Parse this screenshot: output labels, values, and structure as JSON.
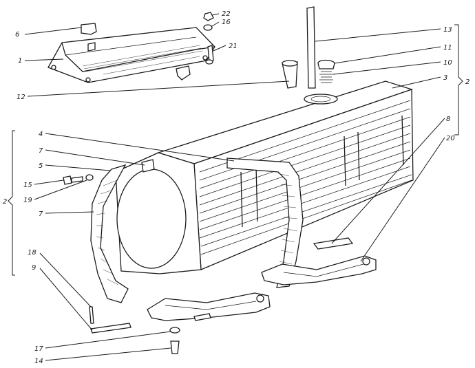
{
  "callouts": [
    {
      "id": "c6",
      "text": "6"
    },
    {
      "id": "c1",
      "text": "1"
    },
    {
      "id": "c22",
      "text": "22"
    },
    {
      "id": "c16",
      "text": "16"
    },
    {
      "id": "c21",
      "text": "21"
    },
    {
      "id": "c13",
      "text": "13"
    },
    {
      "id": "c11",
      "text": "11"
    },
    {
      "id": "c10",
      "text": "10"
    },
    {
      "id": "c3",
      "text": "3"
    },
    {
      "id": "c12",
      "text": "12"
    },
    {
      "id": "c8",
      "text": "8"
    },
    {
      "id": "c20",
      "text": "20"
    },
    {
      "id": "c4",
      "text": "4"
    },
    {
      "id": "c7a",
      "text": "7"
    },
    {
      "id": "c5",
      "text": "5"
    },
    {
      "id": "c15",
      "text": "15"
    },
    {
      "id": "c19",
      "text": "19"
    },
    {
      "id": "c7b",
      "text": "7"
    },
    {
      "id": "c18",
      "text": "18"
    },
    {
      "id": "c9",
      "text": "9"
    },
    {
      "id": "c17",
      "text": "17"
    },
    {
      "id": "c14",
      "text": "14"
    },
    {
      "id": "c2a",
      "text": "2"
    },
    {
      "id": "c2b",
      "text": "2"
    }
  ],
  "icons": {
    "tank": "fuel-tank-illustration",
    "lid": "tank-lid-illustration",
    "strap": "mounting-strap-illustration",
    "bracket": "support-bracket-illustration"
  },
  "colors": {
    "ink": "#1a1a1a",
    "paper": "#ffffff"
  }
}
